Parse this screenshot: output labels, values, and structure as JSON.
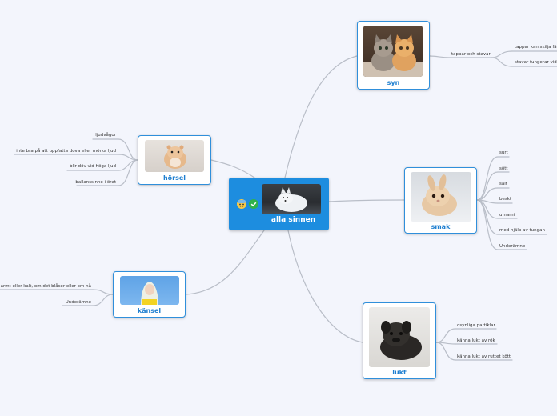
{
  "central": {
    "title": "alla sinnen",
    "icons": [
      "cold-sweat-emoji-icon",
      "check-circle-icon"
    ]
  },
  "nodes": {
    "syn": {
      "label": "syn",
      "image": "two-kittens-photo",
      "children": [
        {
          "text": "tappar och stavar",
          "children": [
            {
              "text": "tappar kan skilja fä"
            },
            {
              "text": "stavar fungerar vid"
            }
          ]
        }
      ]
    },
    "smak": {
      "label": "smak",
      "image": "rabbit-photo",
      "children": [
        {
          "text": "surt"
        },
        {
          "text": "sött"
        },
        {
          "text": "salt"
        },
        {
          "text": "beskt"
        },
        {
          "text": "umami"
        },
        {
          "text": "med hjälp av tungan"
        },
        {
          "text": "Underämne"
        }
      ]
    },
    "lukt": {
      "label": "lukt",
      "image": "pug-puppy-photo",
      "children": [
        {
          "text": "osynliga partiklar"
        },
        {
          "text": "känna lukt av rök"
        },
        {
          "text": "känna lukt av ruttet kött"
        }
      ]
    },
    "horsel": {
      "label": "hörsel",
      "image": "hamster-photo",
      "children": [
        {
          "text": "ljudvågor"
        },
        {
          "text": "inte bra på att uppfatta dova eller mörka ljud"
        },
        {
          "text": "blir döv vid höga ljud"
        },
        {
          "text": "ballanssinne i örat"
        }
      ]
    },
    "kansel": {
      "label": "känsel",
      "image": "blonde-person-photo",
      "children": [
        {
          "text": "armt eller kalt, om det blåser eller om nå"
        },
        {
          "text": "Underämne"
        }
      ]
    }
  },
  "colors": {
    "accent": "#1d8ddf",
    "node_border": "#2f8fdb",
    "label": "#1f7fd0",
    "connector": "#b9bec8",
    "background": "#f3f5fc"
  }
}
